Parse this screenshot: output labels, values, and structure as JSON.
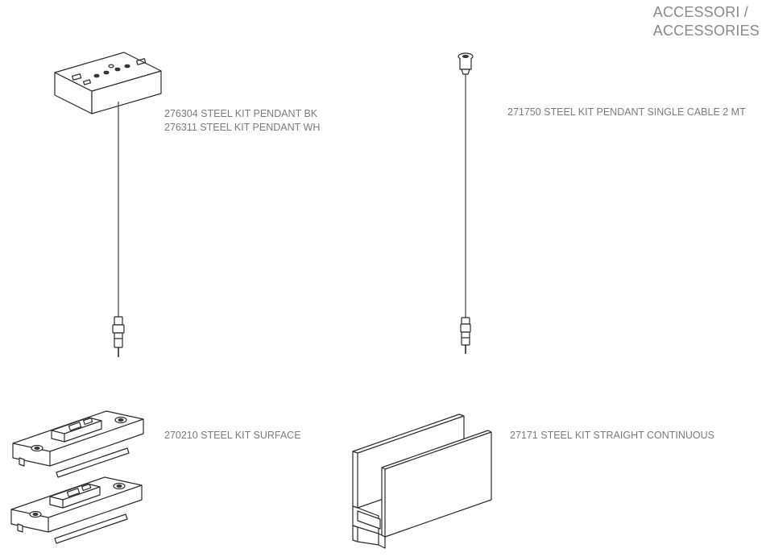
{
  "header": {
    "line1": "ACCESSORI /",
    "line2": "ACCESSORIES"
  },
  "products": [
    {
      "lines": [
        "276304 STEEL KIT PENDANT BK",
        "276311 STEEL KIT PENDANT WH"
      ],
      "illustration": "pendant-box-kit"
    },
    {
      "lines": [
        "271750 STEEL KIT PENDANT SINGLE CABLE 2 MT"
      ],
      "illustration": "single-cable-pendant"
    },
    {
      "lines": [
        "270210 STEEL KIT SURFACE"
      ],
      "illustration": "surface-clips"
    },
    {
      "lines": [
        "27171 STEEL KIT STRAIGHT CONTINUOUS"
      ],
      "illustration": "straight-connector"
    }
  ]
}
